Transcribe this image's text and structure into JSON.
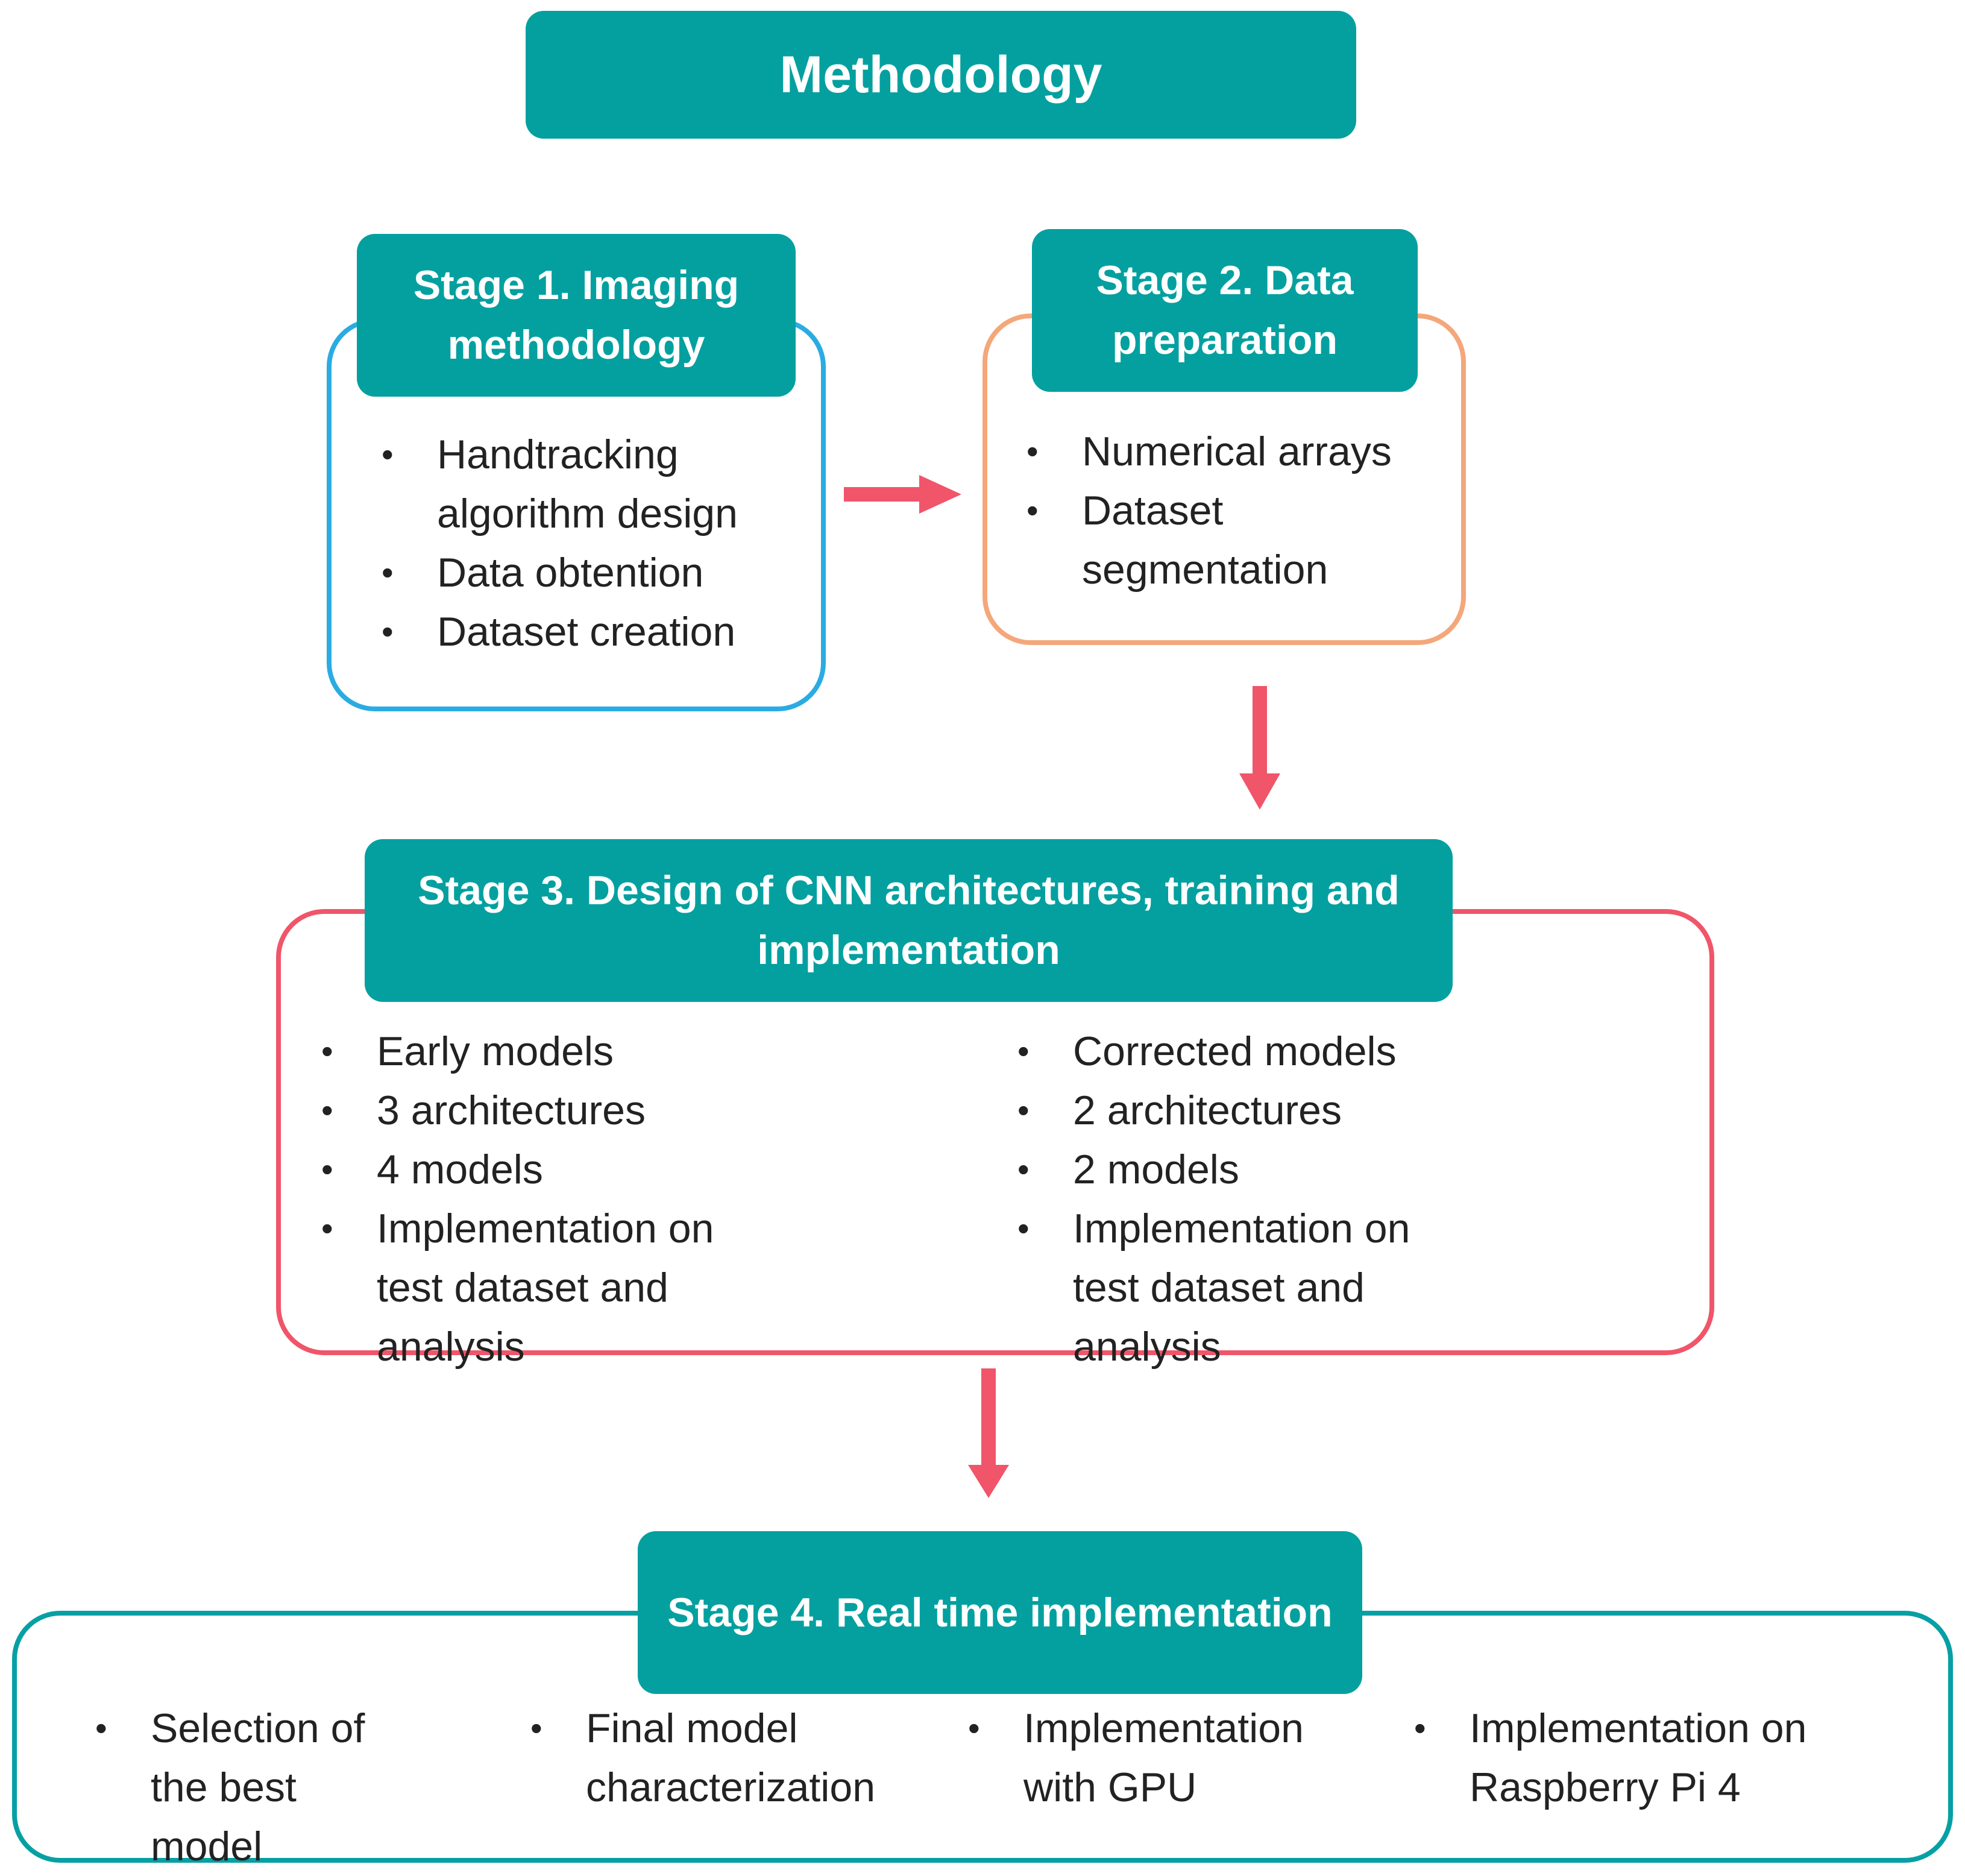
{
  "title": "Methodology",
  "stage1": {
    "heading": "Stage 1.  Imaging methodology",
    "items": [
      "Handtracking algorithm design",
      "Data obtention",
      "Dataset creation"
    ]
  },
  "stage2": {
    "heading": "Stage 2.  Data preparation",
    "items": [
      "Numerical arrays",
      "Dataset segmentation"
    ]
  },
  "stage3": {
    "heading": "Stage 3.  Design of CNN architectures, training and implementation",
    "left": {
      "label": "Early models",
      "items": [
        "3 architectures",
        "4 models",
        "Implementation on test dataset and analysis"
      ]
    },
    "right": {
      "label": "Corrected models",
      "items": [
        "2 architectures",
        "2 models",
        "Implementation on test dataset and analysis"
      ]
    }
  },
  "stage4": {
    "heading": "Stage 4.  Real time implementation",
    "items": [
      "Selection of the best model",
      "Final model characterization",
      "Implementation with GPU",
      "Implementation on Raspberry Pi 4"
    ]
  },
  "colors": {
    "teal": "#04A0A0",
    "stage1_border": "#2AACE2",
    "stage2_border": "#F4A77A",
    "stage3_border": "#F0556A",
    "stage4_border": "#06A0A4",
    "arrow": "#F0556A"
  }
}
